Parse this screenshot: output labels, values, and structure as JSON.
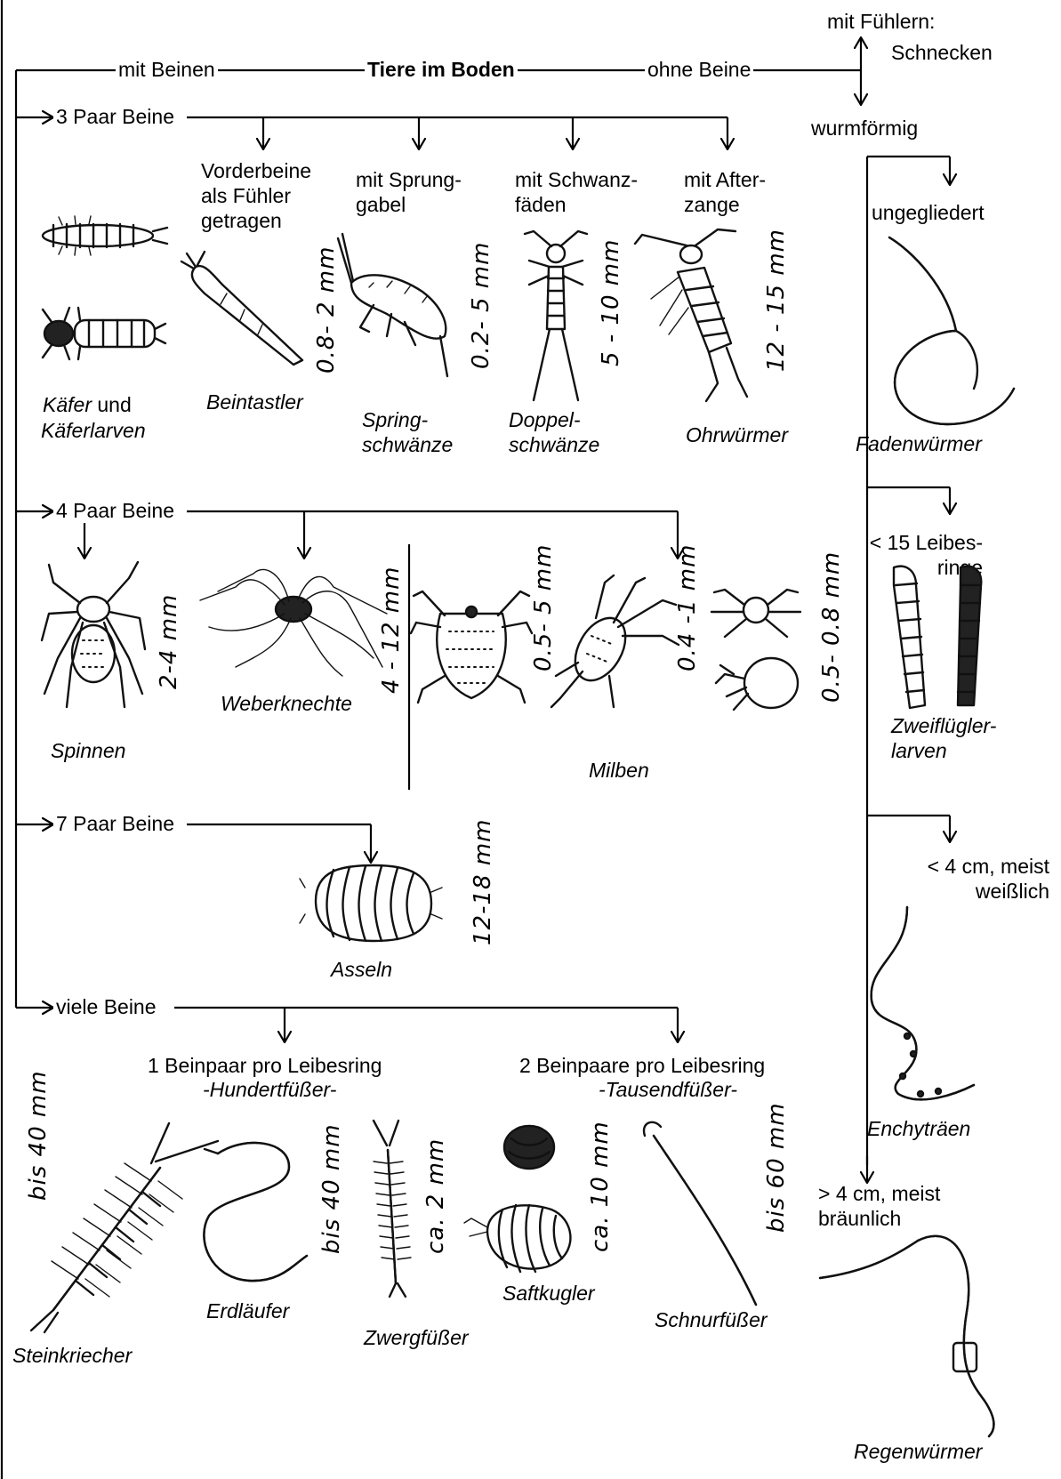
{
  "title": "Tiere im Boden",
  "top_branch": {
    "left": "mit Beinen",
    "right": "ohne Beine"
  },
  "no_legs": {
    "feelers": "mit Fühlern:",
    "snails": "Schnecken",
    "wormlike": "wurmförmig",
    "unsegmented": "ungegliedert",
    "fadenwuermer": "Fadenwürmer",
    "lt15": "< 15 Leibes-\nringe",
    "zweifluegler": "Zweiflügler-\nlarven",
    "lt4": "< 4 cm, meist\nweißlich",
    "enchytraeen": "Enchyträen",
    "gt4": "> 4 cm, meist\nbräunlich",
    "regenwuermer": "Regenwürmer"
  },
  "three_pairs": {
    "label": "3 Paar Beine",
    "kaefer": "Käfer",
    "kaefer_und": " und",
    "kaeferlarven": "Käferlarven",
    "beintastler_desc": "Vorderbeine\nals Fühler\ngetragen",
    "beintastler": "Beintastler",
    "beintastler_size": "0.8- 2 mm",
    "spring_desc": "mit Sprung-\ngabel",
    "spring": "Spring-\nschwänze",
    "spring_size": "0.2- 5 mm",
    "doppel_desc": "mit Schwanz-\nfäden",
    "doppel": "Doppel-\nschwänze",
    "doppel_size": "5 - 10 mm",
    "ohr_desc": "mit After-\nzange",
    "ohr": "Ohrwürmer",
    "ohr_size": "12 - 15 mm"
  },
  "four_pairs": {
    "label": "4 Paar Beine",
    "spinnen": "Spinnen",
    "spinnen_size": "2-4 mm",
    "weber": "Weberknechte",
    "weber_size": "4 - 12 mm",
    "milben": "Milben",
    "milben_size1": "0.5- 5 mm",
    "milben_size2": "0.4 -1 mm",
    "milben_size3": "0.5- 0.8 mm"
  },
  "seven_pairs": {
    "label": "7 Paar Beine",
    "asseln": "Asseln",
    "asseln_size": "12-18 mm"
  },
  "many_legs": {
    "label": "viele Beine",
    "hundert_desc": "1 Beinpaar pro Leibesring",
    "hundert": "-Hundertfüßer-",
    "tausend_desc": "2 Beinpaare pro Leibesring",
    "tausend": "-Tausendfüßer-",
    "steinkriecher": "Steinkriecher",
    "steinkriecher_size": "bis 40 mm",
    "erdlaeufer": "Erdläufer",
    "erdlaeufer_size": "bis 40 mm",
    "zwergfuesser": "Zwergfüßer",
    "zwergfuesser_size": "ca. 2 mm",
    "saftkugler": "Saftkugler",
    "saftkugler_size": "ca. 10 mm",
    "schnurfuesser": "Schnurfüßer",
    "schnurfuesser_size": "bis 60 mm"
  }
}
